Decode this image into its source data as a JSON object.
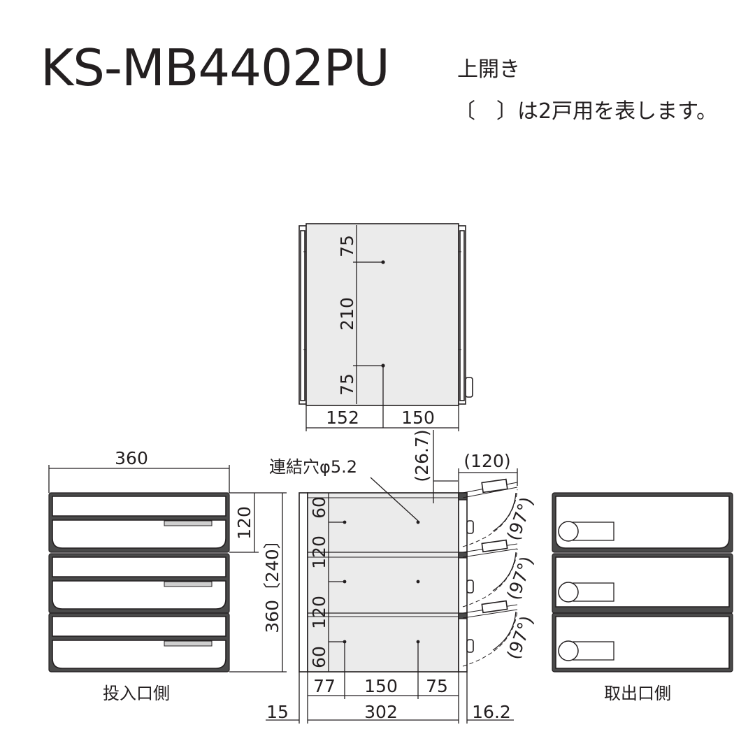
{
  "header": {
    "model": "KS-MB4402PU",
    "opening": "上開き",
    "bracket_note": "〔　〕は2戸用を表します。"
  },
  "top_view": {
    "dims": {
      "v1": "75",
      "v2": "210",
      "v3": "75",
      "h1": "152",
      "h2": "150"
    }
  },
  "front_view": {
    "caption": "投入口側",
    "width": "360",
    "unit_height": "120",
    "total_height": "360〔240〕"
  },
  "side_view": {
    "hole_label": "連結穴φ5.2",
    "offset_top": "(26.7)",
    "door_depth": "(120)",
    "angle": "(97°)",
    "v_dims": [
      "60",
      "120",
      "120",
      "60"
    ],
    "h_dims": [
      "77",
      "150",
      "75"
    ],
    "bottom_dims": {
      "left": "15",
      "mid": "302",
      "right": "16.2"
    }
  },
  "rear_view": {
    "caption": "取出口側"
  }
}
